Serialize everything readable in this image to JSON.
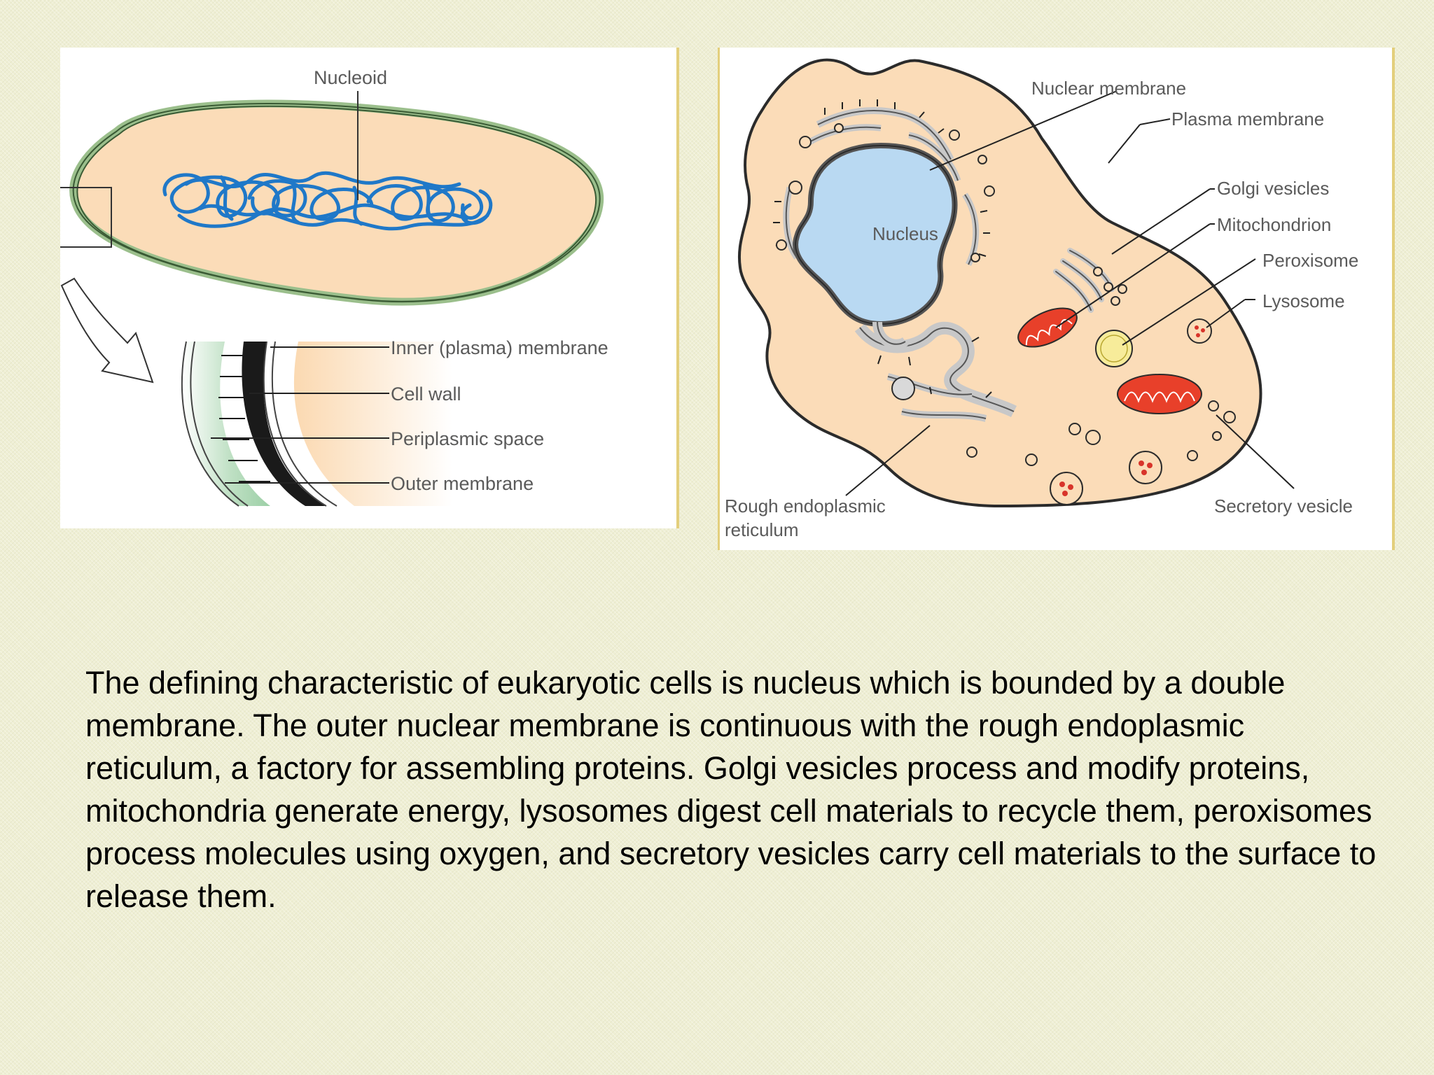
{
  "prokaryote": {
    "labels": {
      "nucleoid": "Nucleoid",
      "inner_membrane": "Inner (plasma) membrane",
      "cell_wall": "Cell wall",
      "periplasmic_space": "Periplasmic space",
      "outer_membrane": "Outer membrane"
    }
  },
  "eukaryote": {
    "labels": {
      "nuclear_membrane": "Nuclear membrane",
      "plasma_membrane": "Plasma membrane",
      "golgi_vesicles": "Golgi vesicles",
      "mitochondrion": "Mitochondrion",
      "peroxisome": "Peroxisome",
      "lysosome": "Lysosome",
      "nucleus": "Nucleus",
      "rough_er_line1": "Rough endoplasmic",
      "rough_er_line2": "reticulum",
      "secretory_vesicle": "Secretory vesicle"
    }
  },
  "caption": "The defining characteristic of eukaryotic cells is nucleus which is bounded by a double membrane. The outer nuclear membrane is continuous with the rough endoplasmic reticulum, a factory for assembling proteins. Golgi vesicles process and modify proteins, mitochondria generate energy, lysosomes digest cell materials to recycle them, peroxisomes process molecules using oxygen, and secretory vesicles carry cell materials to the surface to release them.",
  "colors": {
    "cytoplasm": "#fbdcb8",
    "cell_outline": "#2b2b2b",
    "prokaryote_wall": "#9bbf8c",
    "nucleoid_dna": "#1f78c8",
    "nucleus_fill": "#b9d9f2",
    "er_golgi": "#c8c8c8",
    "mitochondrion": "#e8402a",
    "peroxisome": "#f7ec9a",
    "lysosome_dots": "#d8342a",
    "panel_border": "#e3cf7c",
    "background": "#efefd4"
  }
}
